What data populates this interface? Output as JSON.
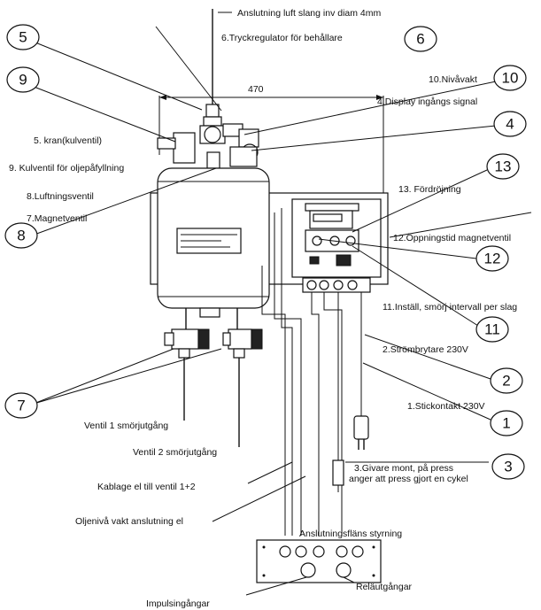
{
  "labels": {
    "air_hose": "Anslutning luft slang inv diam 4mm",
    "l6": "6.Tryckregulator för behållare",
    "l10": "10.Nivåvakt",
    "l4": "4.Display ingångs signal",
    "l5": "5. kran(kulventil)",
    "l9": "9. Kulventil för oljepåfyllning",
    "l8": "8.Luftningsventil",
    "l7": "7.Magnetventil",
    "l13": "13. Fördröjning",
    "l12": "12.Öppningstid magnetventil",
    "l11": "11.Inställ, smörj intervall per slag",
    "l2": "2.Strömbrytare 230V",
    "l1": "1.Stickontakt 230V",
    "valve1": "Ventil 1 smörjutgång",
    "valve2": "Ventil 2 smörjutgång",
    "l3a": "3.Givare mont, på press",
    "l3b": "anger att press gjort en cykel",
    "cable": "Kablage el till ventil 1+2",
    "oil_level": "Oljenivå vakt anslutning el",
    "flange": "Anslutningsfläns styrning",
    "pulse_in": "Impulsingångar",
    "relay_out": "Reläutgångar",
    "dimension": "470"
  },
  "callouts": {
    "c5": "5",
    "c6": "6",
    "c9": "9",
    "c10": "10",
    "c4": "4",
    "c13": "13",
    "c8": "8",
    "c12": "12",
    "c11": "11",
    "c7": "7",
    "c2": "2",
    "c1": "1",
    "c3": "3"
  }
}
